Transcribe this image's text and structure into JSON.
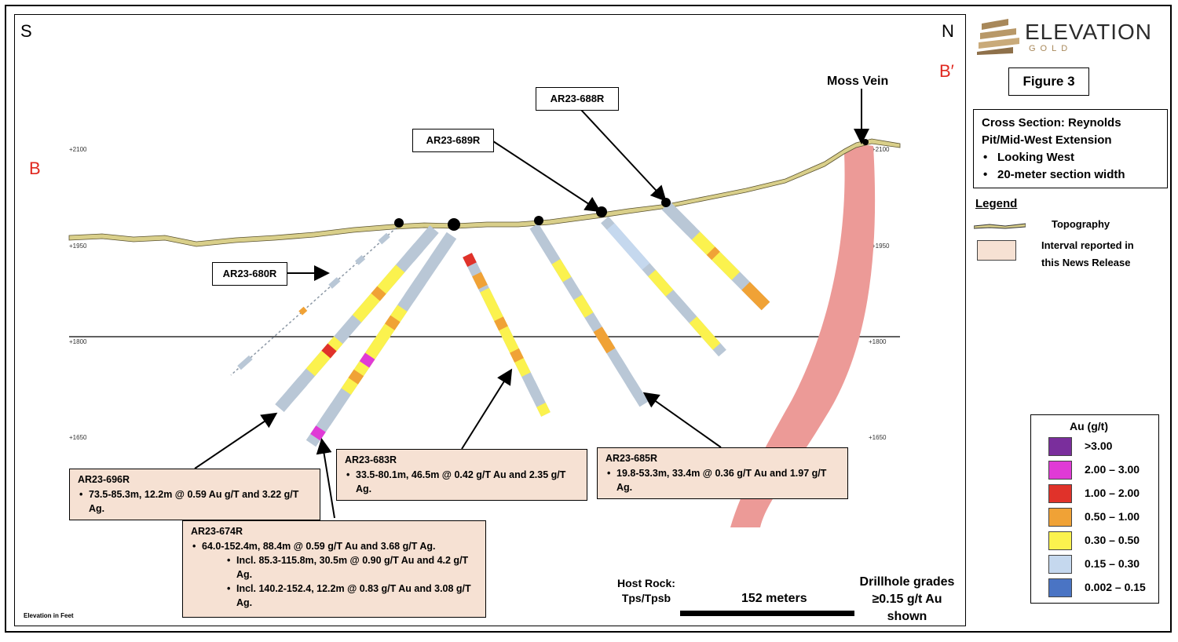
{
  "section": {
    "south": "S",
    "north": "N",
    "start": "B",
    "end": "B′",
    "vein": "Moss Vein",
    "elevation_note": "Elevation in Feet",
    "elev_left": [
      "+2100",
      "+1950",
      "+1800",
      "+1650"
    ],
    "elev_right": [
      "+2100",
      "+1950",
      "+1800",
      "+1650"
    ]
  },
  "holes": {
    "h688": "AR23-688R",
    "h689": "AR23-689R",
    "h680": "AR23-680R"
  },
  "callouts": {
    "c696": {
      "title": "AR23-696R",
      "line1": "73.5-85.3m, 12.2m @ 0.59 Au g/T and 3.22 g/T Ag."
    },
    "c683": {
      "title": "AR23-683R",
      "line1": "33.5-80.1m, 46.5m @ 0.42 g/T Au and 2.35 g/T Ag."
    },
    "c685": {
      "title": "AR23-685R",
      "line1": "19.8-53.3m, 33.4m @ 0.36 g/T Au and 1.97 g/T Ag."
    },
    "c674": {
      "title": "AR23-674R",
      "line1": "64.0-152.4m, 88.4m @ 0.59 g/T Au and 3.68 g/T Ag.",
      "sub1": "Incl. 85.3-115.8m, 30.5m @ 0.90 g/T Au and 4.2 g/T Ag.",
      "sub2": "Incl. 140.2-152.4, 12.2m @ 0.83 g/T Au and 3.08 g/T Ag."
    }
  },
  "footer": {
    "host_rock": "Host Rock:",
    "host_rock_val": "Tps/Tpsb",
    "scale": "152 meters",
    "grades1": "Drillhole grades",
    "grades2": "≥0.15 g/t Au",
    "grades3": "shown"
  },
  "panel": {
    "logo_main": "ELEVATION",
    "logo_sub": "GOLD",
    "figure": "Figure 3",
    "desc_title1": "Cross Section: Reynolds",
    "desc_title2": "Pit/Mid-West Extension",
    "desc_b1": "Looking West",
    "desc_b2": "20-meter section width",
    "legend_title": "Legend",
    "legend_topo": "Topography",
    "legend_interval1": "Interval reported in",
    "legend_interval2": "this News Release",
    "au_title": "Au (g/t)",
    "au_scale": [
      {
        "label": ">3.00",
        "color": "#7a2e9c"
      },
      {
        "label": "2.00 – 3.00",
        "color": "#e03ad6"
      },
      {
        "label": "1.00 – 2.00",
        "color": "#e0322a"
      },
      {
        "label": "0.50 – 1.00",
        "color": "#f0a236"
      },
      {
        "label": "0.30 – 0.50",
        "color": "#fbf24e"
      },
      {
        "label": "0.15 – 0.30",
        "color": "#c5d8ee"
      },
      {
        "label": "0.002 – 0.15",
        "color": "#4a74c4"
      }
    ]
  },
  "colors": {
    "vein": "#ec9a97",
    "callout_bg": "#f6e1d3",
    "red_label": "#e0281f",
    "hole_default": "#b9c7d6"
  }
}
